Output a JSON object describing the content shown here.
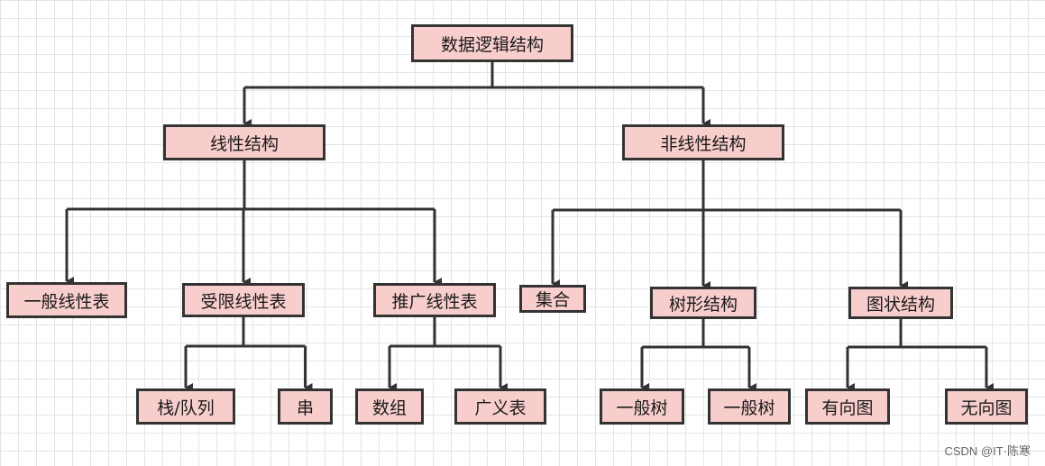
{
  "nodes": {
    "root": "数据逻辑结构",
    "linear": "线性结构",
    "nonlinear": "非线性结构",
    "general_linear": "一般线性表",
    "restricted_linear": "受限线性表",
    "generalized_linear": "推广线性表",
    "set": "集合",
    "tree": "树形结构",
    "graph": "图状结构",
    "stack_queue": "栈/队列",
    "string": "串",
    "array": "数组",
    "generalized_list": "广义表",
    "general_tree_1": "一般树",
    "general_tree_2": "一般树",
    "directed_graph": "有向图",
    "undirected_graph": "无向图"
  },
  "edges": [
    [
      "root",
      "linear"
    ],
    [
      "root",
      "nonlinear"
    ],
    [
      "linear",
      "general_linear"
    ],
    [
      "linear",
      "restricted_linear"
    ],
    [
      "linear",
      "generalized_linear"
    ],
    [
      "nonlinear",
      "set"
    ],
    [
      "nonlinear",
      "tree"
    ],
    [
      "nonlinear",
      "graph"
    ],
    [
      "restricted_linear",
      "stack_queue"
    ],
    [
      "restricted_linear",
      "string"
    ],
    [
      "generalized_linear",
      "array"
    ],
    [
      "generalized_linear",
      "generalized_list"
    ],
    [
      "tree",
      "general_tree_1"
    ],
    [
      "tree",
      "general_tree_2"
    ],
    [
      "graph",
      "directed_graph"
    ],
    [
      "graph",
      "undirected_graph"
    ]
  ],
  "colors": {
    "node_fill": "#f8cecc",
    "stroke": "#333333",
    "grid": "#e4e4e4"
  },
  "watermark": "CSDN @IT·陈寒"
}
